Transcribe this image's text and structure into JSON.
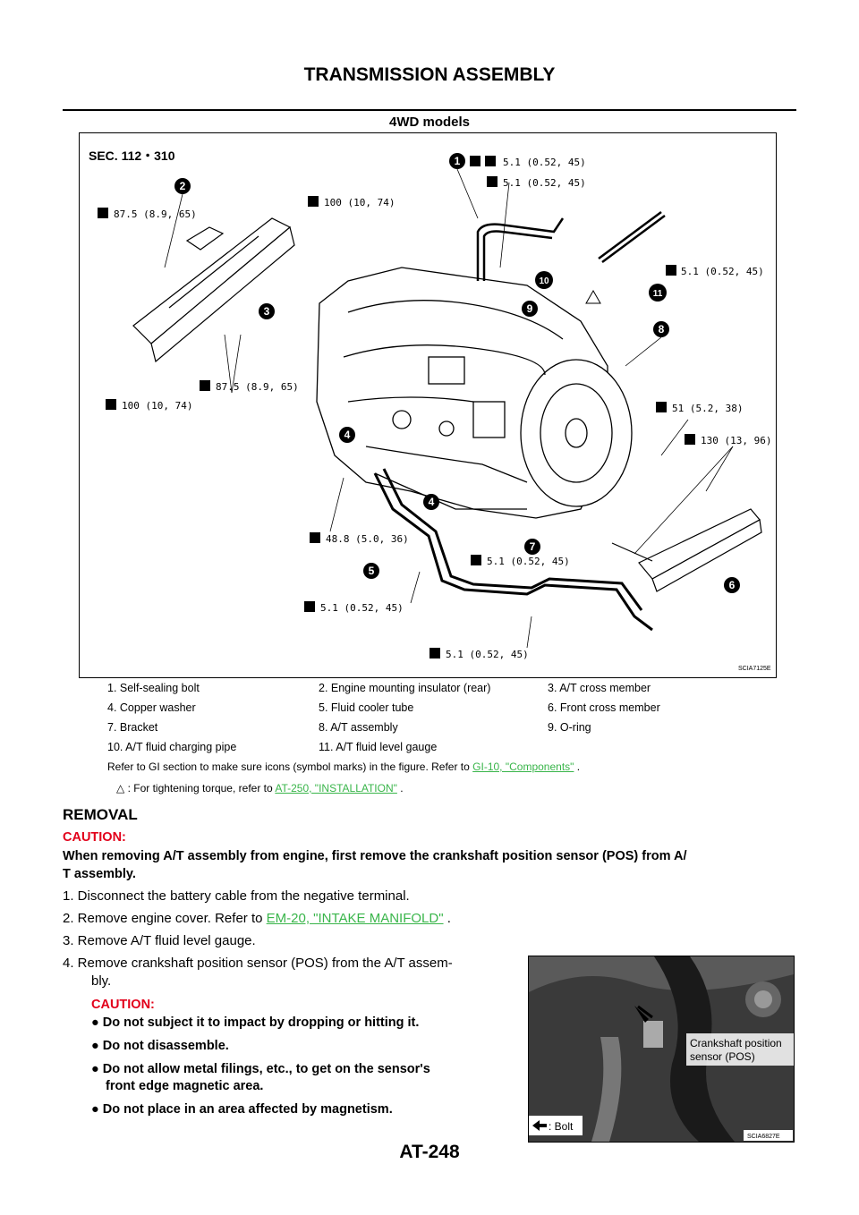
{
  "header": {
    "title": "TRANSMISSION ASSEMBLY",
    "section": "4WD models"
  },
  "figure": {
    "sec_label": "SEC. 112・310",
    "code": "SCIA7125E",
    "torques": [
      "5.1 (0.52, 45)",
      "5.1 (0.52, 45)",
      "87.5 (8.9, 65)",
      "100 (10, 74)",
      "5.1 (0.52, 45)",
      "87.5 (8.9, 65)",
      "100 (10, 74)",
      "51 (5.2, 38)",
      "130 (13, 96)",
      "48.8 (5.0, 36)",
      "5.1 (0.52, 45)",
      "5.1 (0.52, 45)",
      "5.1 (0.52, 45)"
    ],
    "callouts": [
      "1",
      "2",
      "3",
      "4",
      "4",
      "5",
      "6",
      "7",
      "8",
      "9",
      "10",
      "11"
    ]
  },
  "legend": {
    "items": [
      "1.  Self-sealing bolt",
      "2.  Engine mounting insulator (rear)",
      "3.  A/T cross member",
      "4.  Copper washer",
      "5.  Fluid cooler tube",
      "6.  Front cross member",
      "7.  Bracket",
      "8.  A/T assembly",
      "9.  O-ring",
      "10. A/T fluid charging pipe",
      "11. A/T fluid level gauge"
    ],
    "note_prefix": "Refer to GI section to make sure icons (symbol marks) in the figure. Refer to",
    "note_link": "GI-10, \"Components\"",
    "note_suffix": ".",
    "torque_prefix": ": For tightening torque, refer to",
    "torque_link": "AT-250, \"INSTALLATION\"",
    "torque_suffix": "."
  },
  "removal": {
    "heading": "REMOVAL",
    "caution_label": "CAUTION:",
    "caution_line1": "When removing A/T assembly from engine, first remove the crankshaft position sensor (POS) from A/",
    "caution_line2": "T assembly.",
    "step1": "1.  Disconnect the battery cable from the negative terminal.",
    "step2_prefix": "2.  Remove engine cover. Refer to",
    "step2_link": "EM-20, \"INTAKE MANIFOLD\"",
    "step2_suffix": ".",
    "step3": "3.  Remove A/T fluid level gauge.",
    "step4_line1": "4.  Remove crankshaft position sensor (POS) from the A/T assem-",
    "step4_line2": "bly.",
    "caution2_label": "CAUTION:",
    "bullets": [
      "Do not subject it to impact by dropping or hitting it.",
      "Do not disassemble.",
      "Do not allow metal filings, etc., to get on the sensor's",
      "front edge magnetic area.",
      "Do not place in an area affected by magnetism."
    ]
  },
  "photo": {
    "label_line1": "Crankshaft position",
    "label_line2": "sensor (POS)",
    "bolt_label": ": Bolt",
    "code": "SCIA6827E"
  },
  "footer": {
    "page_number": "AT-248"
  }
}
